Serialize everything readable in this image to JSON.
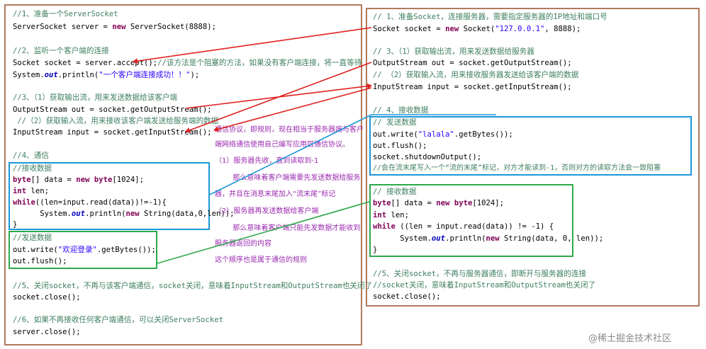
{
  "server": {
    "comment_prepare": "//1、准备一个ServerSocket",
    "create_a": "ServerSocket server = ",
    "create_new": "new",
    "create_b": " ServerSocket(8888);",
    "comment_listen": "//2、监听一个客户端的连接",
    "accept_code": "Socket socket = server.accept();",
    "accept_comment": "//该方法是个阻塞的方法，如果没有客户端连接，将一直等待",
    "println_a": "System.",
    "println_out": "out",
    "println_b": ".println(",
    "println_str": "\"一个客户端连接成功！！\"",
    "println_c": ");",
    "comment_streams1": "//3、（1）获取输出流，用来发送数据给该客户端",
    "out_code": "OutputStream out = socket.getOutputStream();",
    "comment_streams2": " //（2）获取输入流，用来接收该客户端发送给服务端的数据",
    "in_code": "InputStream input = socket.getInputStream();",
    "comment_comm": "//4、通信",
    "recv": {
      "comment": "//接收数据",
      "l1_type": "byte",
      "l1_mid": "[] data = ",
      "l1_new": "new",
      "l1_type2": "byte",
      "l1_end": "[1024];",
      "l2_kw": "int",
      "l2_rest": " len;",
      "l3_kw": "while",
      "l3_rest": "((len=input.read(data))!=-1){",
      "l4_a": "      System.",
      "l4_out": "out",
      "l4_b": ".println(",
      "l4_new": "new",
      "l4_c": " String(data,0,len));",
      "l5": "}"
    },
    "send": {
      "comment": "//发送数据",
      "l1_a": "out.write(",
      "l1_str": "\"欢迎登录\"",
      "l1_b": ".getBytes());",
      "l2": "out.flush();"
    },
    "comment_close1": "//5、关闭socket，不再与该客户端通信，socket关闭，意味着InputStream和OutputStream也关闭了",
    "close1": "socket.close();",
    "comment_close2": "//6、如果不再接收任何客户端通信，可以关闭ServerSocket",
    "close2": "server.close();"
  },
  "client": {
    "comment_connect": "// 1、准备Socket，连接服务器，需要指定服务器的IP地址和端口号",
    "socket_a": "Socket socket = ",
    "socket_new": "new",
    "socket_b": " Socket(",
    "socket_str": "\"127.0.0.1\"",
    "socket_c": ", 8888);",
    "comment_streams1": "// 3、（1）获取输出流，用来发送数据给服务器",
    "out_code": "OutputStream out = socket.getOutputStream();",
    "comment_streams2": "// （2）获取输入流，用来接收服务器发送给该客户端的数据",
    "in_code": "InputStream input = socket.getInputStream();",
    "comment_recv_head": "// 4、接收数据",
    "send": {
      "comment": "// 发送数据",
      "l1_a": "out.write(",
      "l1_str": "\"lalala\"",
      "l1_b": ".getBytes());",
      "l2": "out.flush();",
      "l3": "socket.shutdownOutput();",
      "l4": "//会在流末尾写入一个“流的末尾”标记，对方才能读到-1，否则对方的读取方法会一致阻塞"
    },
    "recv": {
      "comment": "// 接收数据",
      "l1_type": "byte",
      "l1_mid": "[] data = ",
      "l1_new": "new",
      "l1_type2": "byte",
      "l1_end": "[1024];",
      "l2_kw": "int",
      "l2_rest": " len;",
      "l3_kw": "while",
      "l3_rest": " ((len = input.read(data)) != -1) {",
      "l4_a": "      System.",
      "l4_out": "out",
      "l4_b": ".println(",
      "l4_new": "new",
      "l4_c": " String(data, 0, len));",
      "l5": "}"
    },
    "comment_close": "//5、关闭socket，不再与服务器通信，即断开与服务器的连接",
    "comment_close2": "//socket关闭，意味着InputStream和OutputStream也关闭了",
    "close": "socket.close();"
  },
  "note": {
    "l1": "通信协议，即规则，现在相当于服务器端与客户",
    "l2": "端网络通信使用自己编写应用层通信协议。",
    "l3": "（1）服务器先收，直到读取到-1",
    "l4": "        那么意味着客户端需要先发送数据给服务",
    "l5": "器，并且在消息末尾加入“流末尾”标记",
    "l6": "（2）服务器再发送数据给客户端",
    "l7": "        那么意味着客户端只能先发数据才能收到",
    "l8": "服务器返回的内容",
    "l9": "这个顺序也是属于通信的规则"
  },
  "watermark": "@稀土掘金技术社区",
  "colors": {
    "panel_border": "#b07a5c",
    "arrow_red": "#e02020",
    "box_blue": "#1c97d8",
    "box_green": "#2ea84a",
    "note_text": "#9b2bb0"
  }
}
